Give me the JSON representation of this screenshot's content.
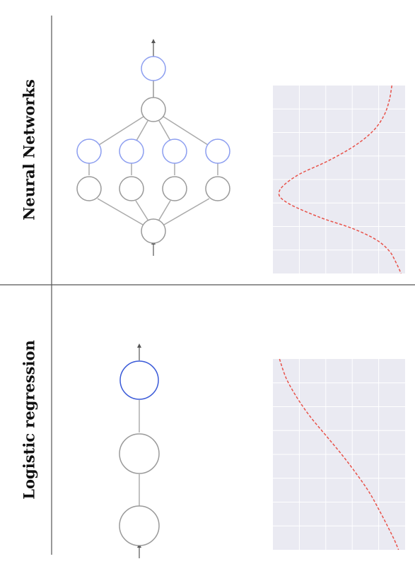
{
  "rows": [
    {
      "label": "Neural Networks",
      "chart_data": {
        "type": "line",
        "series": [
          {
            "x": [
              0.9,
              0.88,
              0.84,
              0.76,
              0.62,
              0.42,
              0.18,
              0.05,
              0.1,
              0.35,
              0.6,
              0.78,
              0.88,
              0.93,
              0.97
            ],
            "y": [
              0.0,
              0.08,
              0.16,
              0.24,
              0.32,
              0.4,
              0.48,
              0.56,
              0.62,
              0.7,
              0.76,
              0.82,
              0.88,
              0.94,
              1.0
            ]
          }
        ],
        "grid": true,
        "background": "#eaeaf2",
        "line_color": "#e8534b",
        "line_style": "dashed"
      }
    },
    {
      "label": "Logistic regression",
      "chart_data": {
        "type": "line",
        "series": [
          {
            "x": [
              0.05,
              0.1,
              0.18,
              0.28,
              0.4,
              0.52,
              0.63,
              0.73,
              0.81,
              0.87,
              0.92,
              0.95
            ],
            "y": [
              0.0,
              0.1,
              0.2,
              0.3,
              0.4,
              0.5,
              0.6,
              0.7,
              0.8,
              0.88,
              0.95,
              1.0
            ]
          }
        ],
        "grid": true,
        "background": "#eaeaf2",
        "line_color": "#e8534b",
        "line_style": "dashed"
      }
    }
  ],
  "colors": {
    "node_gray": "#9a9a9a",
    "node_blue_light": "#8c9ef0",
    "node_blue": "#3a5ad8",
    "edge": "#aaaaaa",
    "divider": "#555555"
  }
}
